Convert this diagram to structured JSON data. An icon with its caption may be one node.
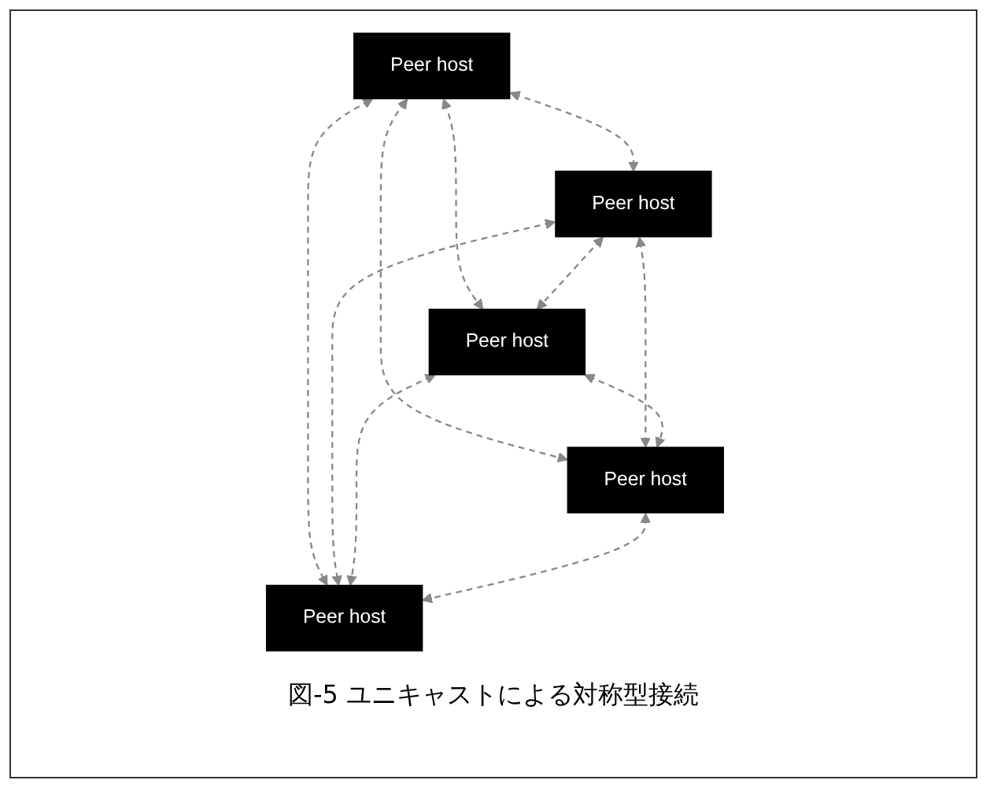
{
  "diagram": {
    "caption": "図-5 ユニキャストによる対称型接続",
    "nodes": [
      {
        "text": [
          "Peer host"
        ]
      },
      {
        "text": [
          "Peer host"
        ]
      },
      {
        "text": [
          "Peer host"
        ]
      },
      {
        "text": [
          "Peer host"
        ]
      },
      {
        "text": [
          "Peer host"
        ]
      }
    ],
    "edges": [
      {
        "from": 0,
        "to": 1,
        "arrow": "both",
        "style": "dashed"
      },
      {
        "from": 0,
        "to": 2,
        "arrow": "both",
        "style": "dashed"
      },
      {
        "from": 0,
        "to": 3,
        "arrow": "both",
        "style": "dashed"
      },
      {
        "from": 0,
        "to": 4,
        "arrow": "both",
        "style": "dashed"
      },
      {
        "from": 1,
        "to": 2,
        "arrow": "both",
        "style": "dashed"
      },
      {
        "from": 1,
        "to": 3,
        "arrow": "both",
        "style": "dashed"
      },
      {
        "from": 1,
        "to": 4,
        "arrow": "both",
        "style": "dashed"
      },
      {
        "from": 2,
        "to": 3,
        "arrow": "both",
        "style": "dashed"
      },
      {
        "from": 2,
        "to": 4,
        "arrow": "both",
        "style": "dashed"
      },
      {
        "from": 3,
        "to": 4,
        "arrow": "both",
        "style": "dashed"
      }
    ]
  }
}
